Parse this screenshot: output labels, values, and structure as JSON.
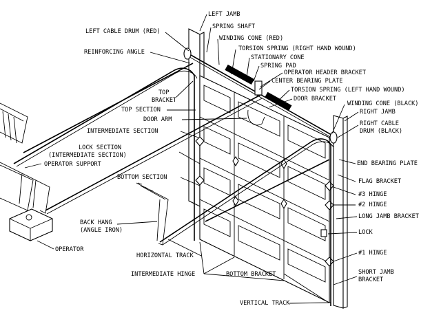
{
  "labels": {
    "left_jamb": "LEFT JAMB",
    "left_cable_drum": "LEFT CABLE DRUM (RED)",
    "spring_shaft": "SPRING SHAFT",
    "winding_cone_red": "WINDING CONE (RED)",
    "torsion_spring_right": "TORSION SPRING (RIGHT HAND WOUND)",
    "reinforcing_angle": "REINFORCING ANGLE",
    "stationary_cone": "STATIONARY CONE",
    "spring_pad": "SPRING PAD",
    "operator_header_bracket": "OPERATOR HEADER BRACKET",
    "center_bearing_plate": "CENTER BEARING PLATE",
    "torsion_spring_left": "TORSION SPRING (LEFT HAND WOUND)",
    "top_bracket_1": "TOP",
    "top_bracket_2": "BRACKET",
    "door_bracket": "DOOR BRACKET",
    "winding_cone_black": "WINDING CONE (BLACK)",
    "top_section": "TOP SECTION",
    "right_jamb": "RIGHT JAMB",
    "door_arm": "DOOR ARM",
    "right_cable_drum_1": "RIGHT CABLE",
    "right_cable_drum_2": "DRUM (BLACK)",
    "intermediate_section": "INTERMEDIATE SECTION",
    "lock_section_1": "LOCK SECTION",
    "lock_section_2": "(INTERMEDIATE SECTION)",
    "operator_support": "OPERATOR SUPPORT",
    "end_bearing_plate": "END BEARING PLATE",
    "bottom_section": "BOTTOM SECTION",
    "flag_bracket": "FLAG BRACKET",
    "hinge_3": "#3 HINGE",
    "hinge_2": "#2 HINGE",
    "back_hang_1": "BACK HANG",
    "back_hang_2": "(ANGLE IRON)",
    "long_jamb_bracket": "LONG JAMB BRACKET",
    "lock": "LOCK",
    "operator": "OPERATOR",
    "hinge_1": "#1 HINGE",
    "horizontal_track": "HORIZONTAL TRACK",
    "intermediate_hinge": "INTERMEDIATE HINGE",
    "bottom_bracket": "BOTTOM BRACKET",
    "short_jamb_bracket_1": "SHORT JAMB",
    "short_jamb_bracket_2": "BRACKET",
    "vertical_track": "VERTICAL TRACK"
  }
}
